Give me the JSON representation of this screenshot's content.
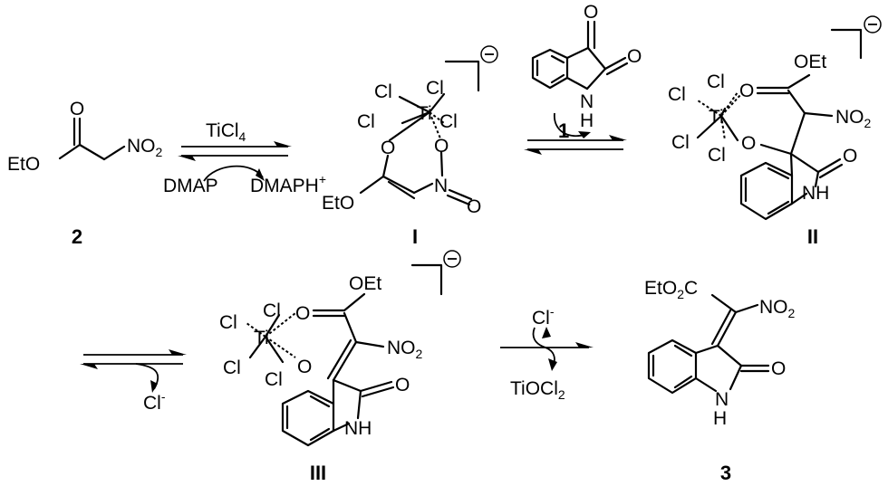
{
  "compounds": {
    "c2": {
      "number": "2",
      "eto": "EtO",
      "o": "O",
      "no2": "NO",
      "no2_sub": "2"
    },
    "cI": {
      "number": "I",
      "cl": "Cl",
      "ti": "Ti",
      "o": "O",
      "n": "N",
      "eto": "EtO",
      "charge": "⊖"
    },
    "c1": {
      "number": "1",
      "o": "O",
      "n": "N",
      "h": "H"
    },
    "cII": {
      "number": "II",
      "cl": "Cl",
      "ti": "Ti",
      "o": "O",
      "oet": "OEt",
      "no2": "NO",
      "no2_sub": "2",
      "nh": "NH",
      "charge": "⊖"
    },
    "cIII": {
      "number": "III",
      "cl": "Cl",
      "ti": "Ti",
      "o": "O",
      "oet": "OEt",
      "no2": "NO",
      "no2_sub": "2",
      "nh": "NH",
      "charge": "⊖"
    },
    "c3": {
      "number": "3",
      "eto2c": "EtO",
      "eto2c_sub": "2",
      "eto2c_c": "C",
      "no2": "NO",
      "no2_sub": "2",
      "o": "O",
      "n": "N",
      "h": "H"
    }
  },
  "reagents": {
    "ticl4": "TiCl",
    "ticl4_sub": "4",
    "dmap": "DMAP",
    "dmaph": "DMAPH",
    "dmaph_sup": "+",
    "cl_minus": "Cl",
    "minus_sup": "-",
    "tiocl2": "TiOCl",
    "tiocl2_sub": "2"
  }
}
